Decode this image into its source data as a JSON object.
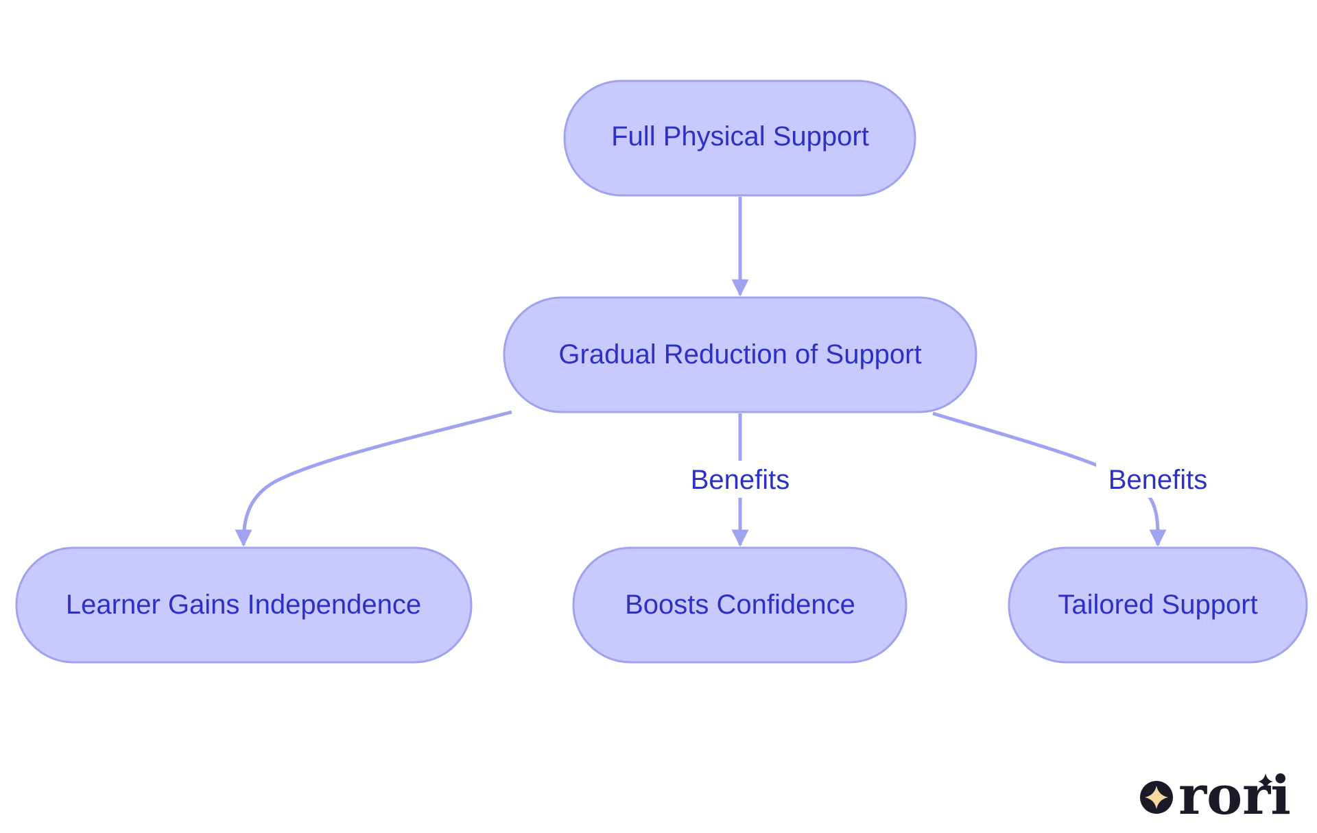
{
  "diagram": {
    "nodes": [
      {
        "id": "full-physical-support",
        "label": "Full Physical Support"
      },
      {
        "id": "gradual-reduction-of-support",
        "label": "Gradual Reduction of Support"
      },
      {
        "id": "learner-gains-independence",
        "label": "Learner Gains Independence"
      },
      {
        "id": "boosts-confidence",
        "label": "Boosts Confidence"
      },
      {
        "id": "tailored-support",
        "label": "Tailored Support"
      }
    ],
    "edges": [
      {
        "from": "full-physical-support",
        "to": "gradual-reduction-of-support",
        "label": ""
      },
      {
        "from": "gradual-reduction-of-support",
        "to": "learner-gains-independence",
        "label": ""
      },
      {
        "from": "gradual-reduction-of-support",
        "to": "boosts-confidence",
        "label": "Benefits"
      },
      {
        "from": "gradual-reduction-of-support",
        "to": "tailored-support",
        "label": "Benefits"
      }
    ]
  },
  "logo": {
    "text": "rori",
    "icon": "sparkle-icon"
  },
  "colors": {
    "node_fill": "#c8caff",
    "node_stroke": "#9ea2f0",
    "edge": "#9ea2f0",
    "text": "#2c30c4",
    "logo_dark": "#1c1a28",
    "logo_star": "#f3d9a0"
  }
}
